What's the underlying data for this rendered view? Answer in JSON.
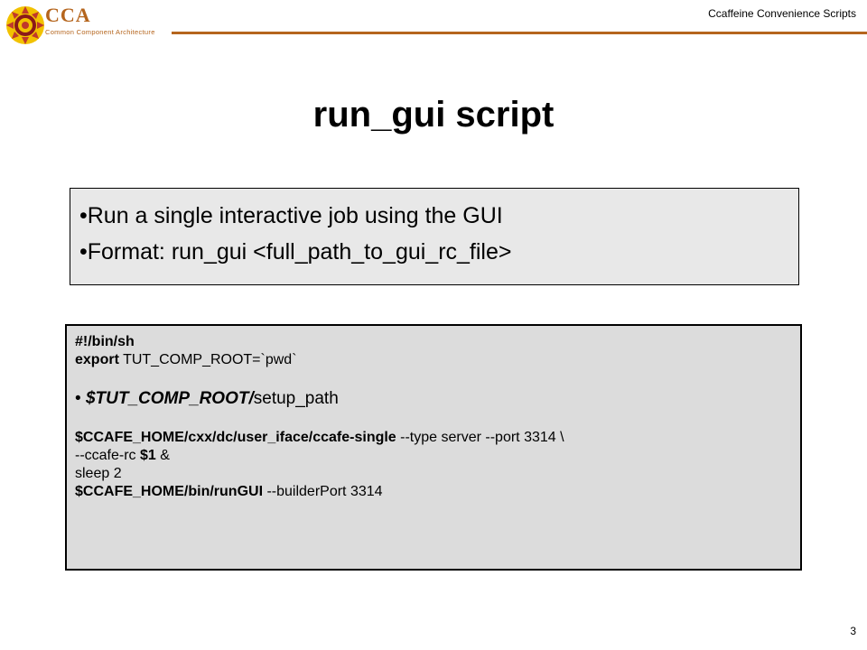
{
  "header": {
    "logo_text": "CCA",
    "logo_subtitle": "Common Component Architecture",
    "title": "Ccaffeine Convenience Scripts"
  },
  "slide": {
    "title": "run_gui script",
    "bullets": [
      "•Run a single interactive job using the GUI",
      "•Format: run_gui <full_path_to_gui_rc_file>"
    ]
  },
  "code": {
    "line1": "#!/bin/sh",
    "line2_kw": "export",
    "line2_rest": " TUT_COMP_ROOT=`pwd`",
    "line3_bullet": "• ",
    "line3_var": "$TUT_COMP_ROOT/",
    "line3_rest": "setup_path",
    "line4_path": "$CCAFE_HOME/cxx/dc/user_iface/ccafe-single",
    "line4_rest": " --type server --port 3314 \\",
    "line5_pre": "--ccafe-rc ",
    "line5_arg": "$1",
    "line5_post": " &",
    "line6": "sleep 2",
    "line7_path": "$CCAFE_HOME/bin/runGUI",
    "line7_rest": "  --builderPort 3314"
  },
  "footer": {
    "page_number": "3"
  },
  "colors": {
    "brand": "#b5651d",
    "box_light": "#e8e8e8",
    "box_dark": "#dcdcdc"
  }
}
